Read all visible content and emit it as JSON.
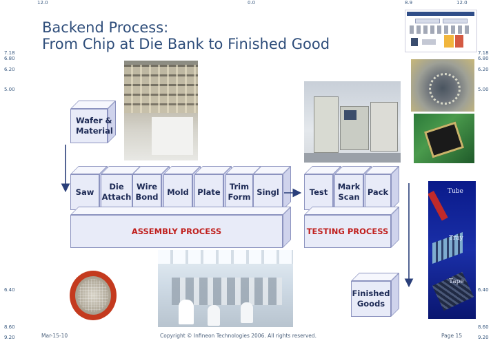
{
  "guides": {
    "top": [
      "12.0",
      "0.0",
      "8.9",
      "12.0"
    ],
    "left": [
      "7.18",
      "6.80",
      "6.20",
      "5.00",
      "6.40",
      "8.60",
      "9.20"
    ],
    "right": [
      "7.18",
      "6.80",
      "6.20",
      "5.00",
      "6.40",
      "8.60",
      "9.20"
    ]
  },
  "title": {
    "line1": "Backend Process:",
    "line2": "From Chip at Die Bank to Finished Good"
  },
  "boxes": {
    "wafer": [
      "Wafer &",
      "Material"
    ],
    "saw": "Saw",
    "die_attach": [
      "Die",
      "Attach"
    ],
    "wire_bond": [
      "Wire",
      "Bond"
    ],
    "mold": "Mold",
    "plate": "Plate",
    "trim_form": [
      "Trim",
      "Form"
    ],
    "singl": "Singl",
    "test": "Test",
    "mark_scan": [
      "Mark",
      "Scan"
    ],
    "pack": "Pack",
    "assembly": "ASSEMBLY PROCESS",
    "testing": "TESTING PROCESS",
    "finished": [
      "Finished",
      "Goods"
    ]
  },
  "packing": {
    "tube": "Tube",
    "tray": "Tray",
    "tape": "Tape"
  },
  "footer": {
    "date": "Mar-15-10",
    "copyright": "Copyright © Infineon Technologies 2006. All rights reserved.",
    "page": "Page 15"
  },
  "colors": {
    "title": "#2e4d7a",
    "box_fill": "#e8ebf8",
    "process_label": "#c0201e",
    "arrow": "#2a3f7a"
  }
}
